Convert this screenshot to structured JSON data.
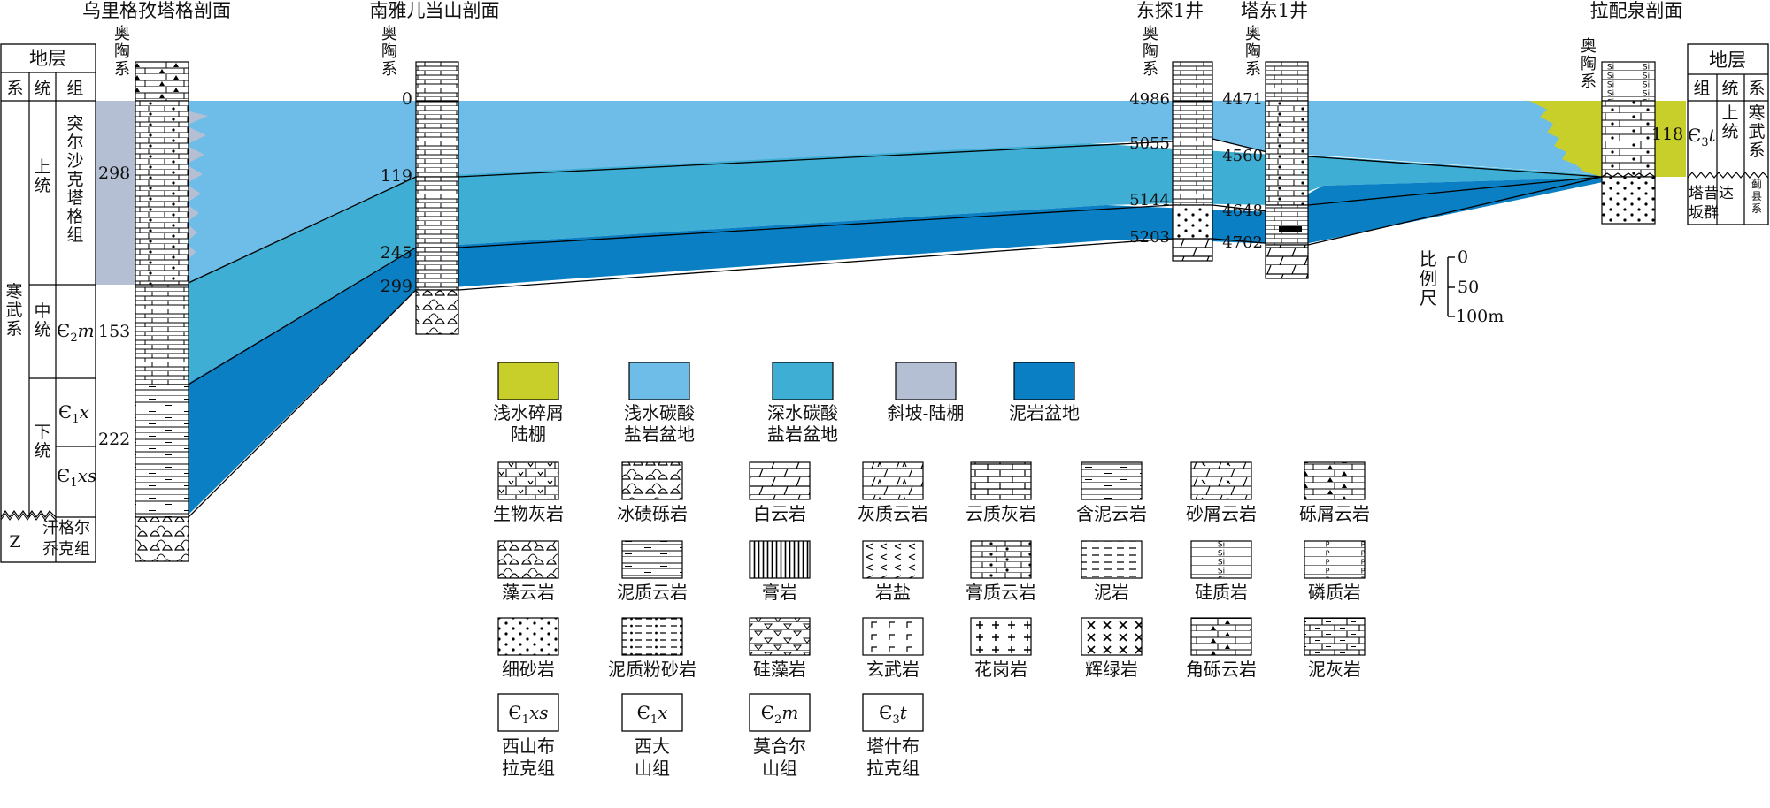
{
  "sections": {
    "ulg": "乌里格孜塔格剖面",
    "nyd": "南雅儿当山剖面",
    "dt1": "东探1井",
    "td1": "塔东1井",
    "lpq": "拉配泉剖面"
  },
  "left_table": {
    "header": "地层",
    "cols": [
      "系",
      "统",
      "组"
    ],
    "system": "寒武系",
    "upper": "上统",
    "middle": "中统",
    "lower": "下统",
    "fm_upper": "突尔沙克塔格组",
    "fm_m_sym": "Є",
    "fm_m_sub": "2",
    "fm_m_let": "m",
    "fm_x_sym": "Є",
    "fm_x_sub": "1",
    "fm_x_let": "x",
    "fm_xs_sym": "Є",
    "fm_xs_sub": "1",
    "fm_xs_let": "xs",
    "z": "Z",
    "z_fm": "汗格尔乔克组",
    "thick_upper": "298",
    "thick_middle": "153",
    "thick_lower": "222"
  },
  "right_table": {
    "header": "地层",
    "cols": [
      "组",
      "统",
      "系"
    ],
    "upper": "上统",
    "system": "寒武系",
    "group": "塔昔达坂群",
    "below": "蓟县系",
    "fm_sym": "Є",
    "fm_sub": "3",
    "fm_let": "t",
    "thickness": "118"
  },
  "ordovician": "奥陶系",
  "nyd_depths": [
    "0",
    "119",
    "245",
    "299"
  ],
  "dt1_depths": [
    "4986",
    "5055",
    "5144",
    "5203"
  ],
  "td1_depths": [
    "4471",
    "4560",
    "4648",
    "4702"
  ],
  "scale": {
    "title": "比例尺",
    "ticks": [
      "0",
      "50",
      "100m"
    ]
  },
  "facies": [
    {
      "label1": "浅水碎屑",
      "label2": "陆棚",
      "color": "#c9cf2a"
    },
    {
      "label1": "浅水碳酸",
      "label2": "盐岩盆地",
      "color": "#6dbde8"
    },
    {
      "label1": "深水碳酸",
      "label2": "盐岩盆地",
      "color": "#3faed4"
    },
    {
      "label1": "斜坡-陆棚",
      "label2": "",
      "color": "#b5bfd4"
    },
    {
      "label1": "泥岩盆地",
      "label2": "",
      "color": "#0a7fc3"
    }
  ],
  "lithology": [
    [
      "生物灰岩",
      "冰碛砾岩",
      "白云岩",
      "灰质云岩",
      "云质灰岩",
      "含泥云岩",
      "砂屑云岩",
      "砾屑云岩"
    ],
    [
      "藻云岩",
      "泥质云岩",
      "膏岩",
      "岩盐",
      "膏质云岩",
      "泥岩",
      "硅质岩",
      "磷质岩"
    ],
    [
      "细砂岩",
      "泥质粉砂岩",
      "硅藻岩",
      "玄武岩",
      "花岗岩",
      "辉绿岩",
      "角砾云岩",
      "泥灰岩"
    ]
  ],
  "formations": [
    {
      "sym": "Є",
      "sub": "1",
      "let": "xs",
      "name1": "西山布",
      "name2": "拉克组"
    },
    {
      "sym": "Є",
      "sub": "1",
      "let": "x",
      "name1": "西大",
      "name2": "山组"
    },
    {
      "sym": "Є",
      "sub": "2",
      "let": "m",
      "name1": "莫合尔",
      "name2": "山组"
    },
    {
      "sym": "Є",
      "sub": "3",
      "let": "t",
      "name1": "塔什布",
      "name2": "拉克组"
    }
  ]
}
